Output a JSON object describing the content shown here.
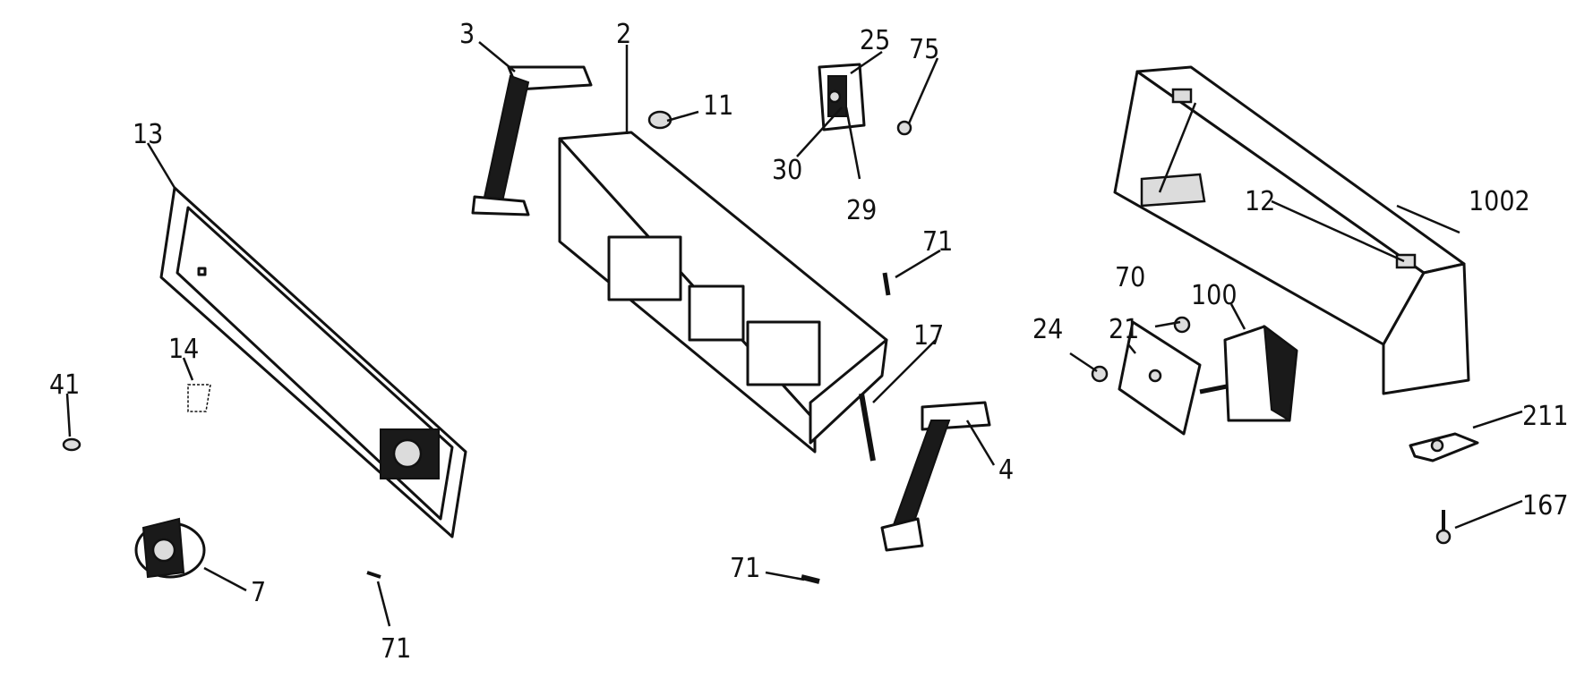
{
  "callouts": {
    "c2": "2",
    "c3": "3",
    "c4": "4",
    "c7": "7",
    "c11": "11",
    "c12": "12",
    "c13": "13",
    "c14": "14",
    "c17": "17",
    "c21": "21",
    "c24": "24",
    "c25": "25",
    "c29": "29",
    "c30": "30",
    "c41": "41",
    "c70": "70",
    "c71a": "71",
    "c71b": "71",
    "c71c": "71",
    "c75": "75",
    "c100": "100",
    "c167": "167",
    "c211": "211",
    "c1002": "1002"
  },
  "colors": {
    "ink": "#111111",
    "paper": "#ffffff"
  }
}
